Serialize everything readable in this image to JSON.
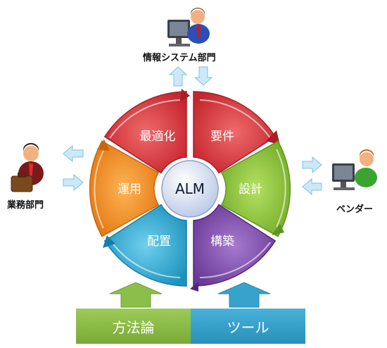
{
  "center": {
    "label": "ALM"
  },
  "segments": [
    {
      "id": "requirements",
      "label": "要件",
      "color": "#d2323a"
    },
    {
      "id": "design",
      "label": "設計",
      "color": "#8cc13c"
    },
    {
      "id": "build",
      "label": "構築",
      "color": "#7a4aa6"
    },
    {
      "id": "deploy",
      "label": "配置",
      "color": "#2fa6cc"
    },
    {
      "id": "operate",
      "label": "運用",
      "color": "#f08a1e"
    },
    {
      "id": "optimize",
      "label": "最適化",
      "color": "#d2323a"
    }
  ],
  "actors": {
    "it_dept": {
      "label": "情報システム部門",
      "icon": "person-at-computer-icon"
    },
    "business_dept": {
      "label": "業務部門",
      "icon": "businessman-with-briefcase-icon"
    },
    "vendor": {
      "label": "ベンダー",
      "icon": "person-at-computer-icon"
    }
  },
  "foundation": {
    "methodology": {
      "label": "方法論",
      "color": "#86b840"
    },
    "tools": {
      "label": "ツール",
      "color": "#2f9cc4"
    }
  }
}
